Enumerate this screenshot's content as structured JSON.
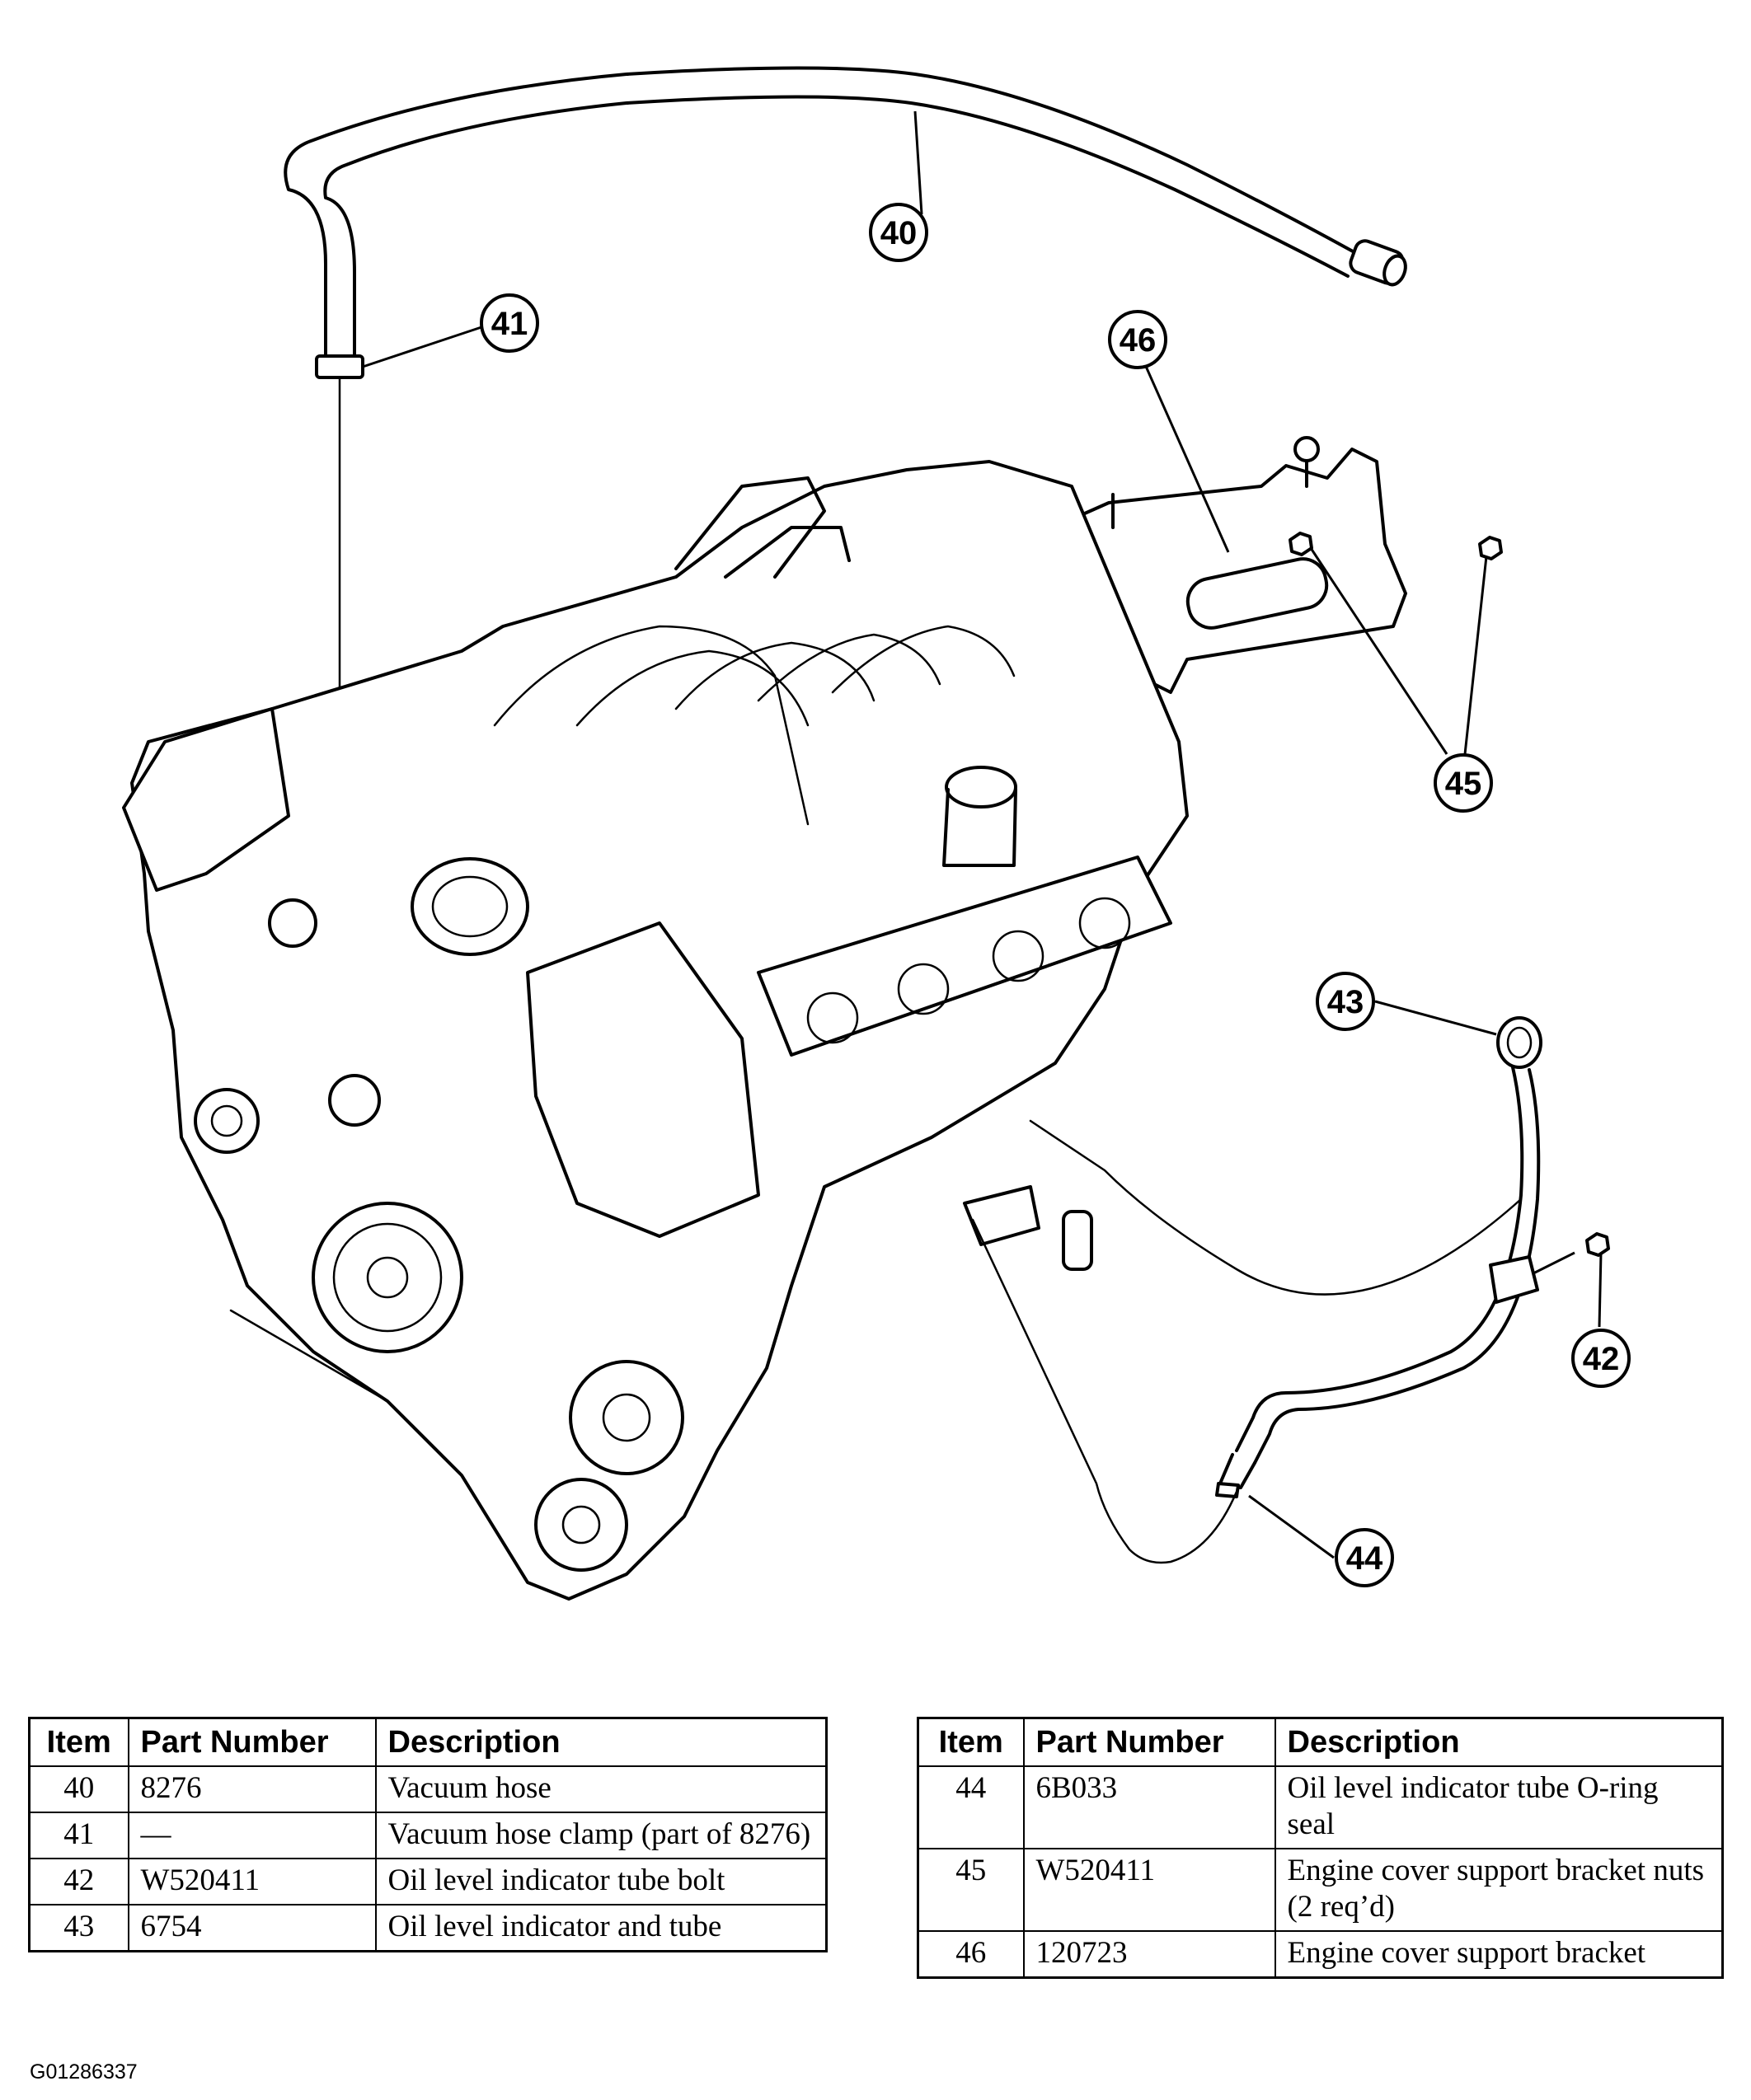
{
  "callouts": [
    "40",
    "41",
    "42",
    "43",
    "44",
    "45",
    "46"
  ],
  "table_left": {
    "headers": {
      "item": "Item",
      "part_number": "Part Number",
      "description": "Description"
    },
    "rows": [
      {
        "item": "40",
        "part_number": "8276",
        "description": "Vacuum hose"
      },
      {
        "item": "41",
        "part_number": "—",
        "description": "Vacuum hose clamp (part of 8276)"
      },
      {
        "item": "42",
        "part_number": "W520411",
        "description": "Oil level indicator tube bolt"
      },
      {
        "item": "43",
        "part_number": "6754",
        "description": "Oil level indicator and tube"
      }
    ]
  },
  "table_right": {
    "headers": {
      "item": "Item",
      "part_number": "Part Number",
      "description": "Description"
    },
    "rows": [
      {
        "item": "44",
        "part_number": "6B033",
        "description": "Oil level indicator tube O-ring seal"
      },
      {
        "item": "45",
        "part_number": "W520411",
        "description": "Engine cover support bracket nuts (2 req’d)"
      },
      {
        "item": "46",
        "part_number": "120723",
        "description": "Engine cover support bracket"
      }
    ]
  },
  "figure_id": "G01286337"
}
